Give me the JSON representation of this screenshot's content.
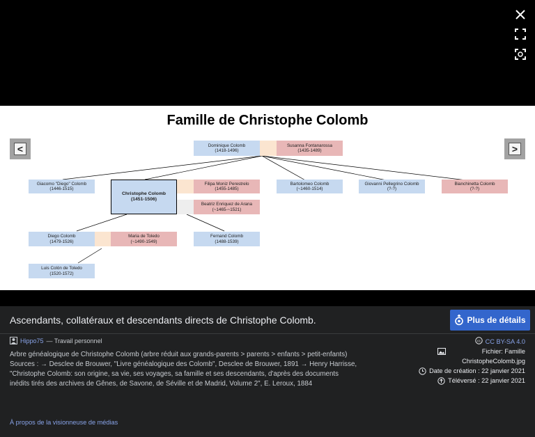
{
  "controls": {
    "close_icon": "close-icon",
    "fullscreen_icon": "fullscreen-icon",
    "zoom_icon": "zoom-icon"
  },
  "image": {
    "title": "Famille de Christophe Colomb",
    "prev_glyph": "<",
    "next_glyph": ">",
    "people": {
      "dominique": {
        "name": "Dominique Colomb",
        "dates": "(1418-1496)"
      },
      "susanna": {
        "name": "Susanna Fontanarossa",
        "dates": "(1435-1489)"
      },
      "giacomo": {
        "name": "Giacomo \"Diego\" Colomb",
        "dates": "(1446-1515)"
      },
      "christophe": {
        "name": "Christophe Colomb",
        "dates": "(1451-1506)"
      },
      "filipa": {
        "name": "Filipa Moniz Perestrelo",
        "dates": "(1455-1485)"
      },
      "beatriz": {
        "name": "Beatriz Enriquez de Arana",
        "dates": "(~1465-~1521)"
      },
      "bartolomeo": {
        "name": "Bartolomeo Colomb",
        "dates": "(~1460-1514)"
      },
      "giovanni": {
        "name": "Giovanni Pellegrino Colomb",
        "dates": "(?-?)"
      },
      "bianchinetta": {
        "name": "Bianchinetta Colomb",
        "dates": "(?-?)"
      },
      "diego": {
        "name": "Diego Colomb",
        "dates": "(1479-1526)"
      },
      "maria": {
        "name": "Maria de Toledo",
        "dates": "(~1490-1549)"
      },
      "fernand": {
        "name": "Fernand Colomb",
        "dates": "(1488-1539)"
      },
      "luis": {
        "name": "Luis Colón de Toledo",
        "dates": "(1520-1572)"
      }
    }
  },
  "panel": {
    "caption": "Ascendants, collatéraux et descendants directs de Christophe Colomb.",
    "details_button": "Plus de détails",
    "author_name": "Hippo75",
    "author_suffix": "— Travail personnel",
    "description": "Arbre généalogique de Christophe Colomb (arbre réduit aux grands-parents > parents > enfants > petit-enfants) Sources : → Desclee de Brouwer, \"Livre généalogique des Colomb\", Desclee de Brouwer, 1891 → Henry Harrisse, \"Christophe Colomb: son origine, sa vie, ses voyages, sa famille et ses descendants, d'après des documents inédits tirés des archives de Gênes, de Savone, de Séville et de Madrid, Volume 2\", E. Leroux, 1884",
    "license": "CC BY-SA 4.0",
    "file_label": "Fichier: Famille ChristopheColomb.jpg",
    "created_label": "Date de création : 22 janvier 2021",
    "uploaded_label": "Téléversé : 22 janvier 2021",
    "about_link": "À propos de la visionneuse de médias"
  },
  "colors": {
    "accent": "#3366cc",
    "panel_bg": "#202122",
    "male_box": "#c6d9f0",
    "female_box": "#e8b7b7",
    "marriage_link": "#fbe5d0",
    "link_text": "#88a3e8"
  }
}
